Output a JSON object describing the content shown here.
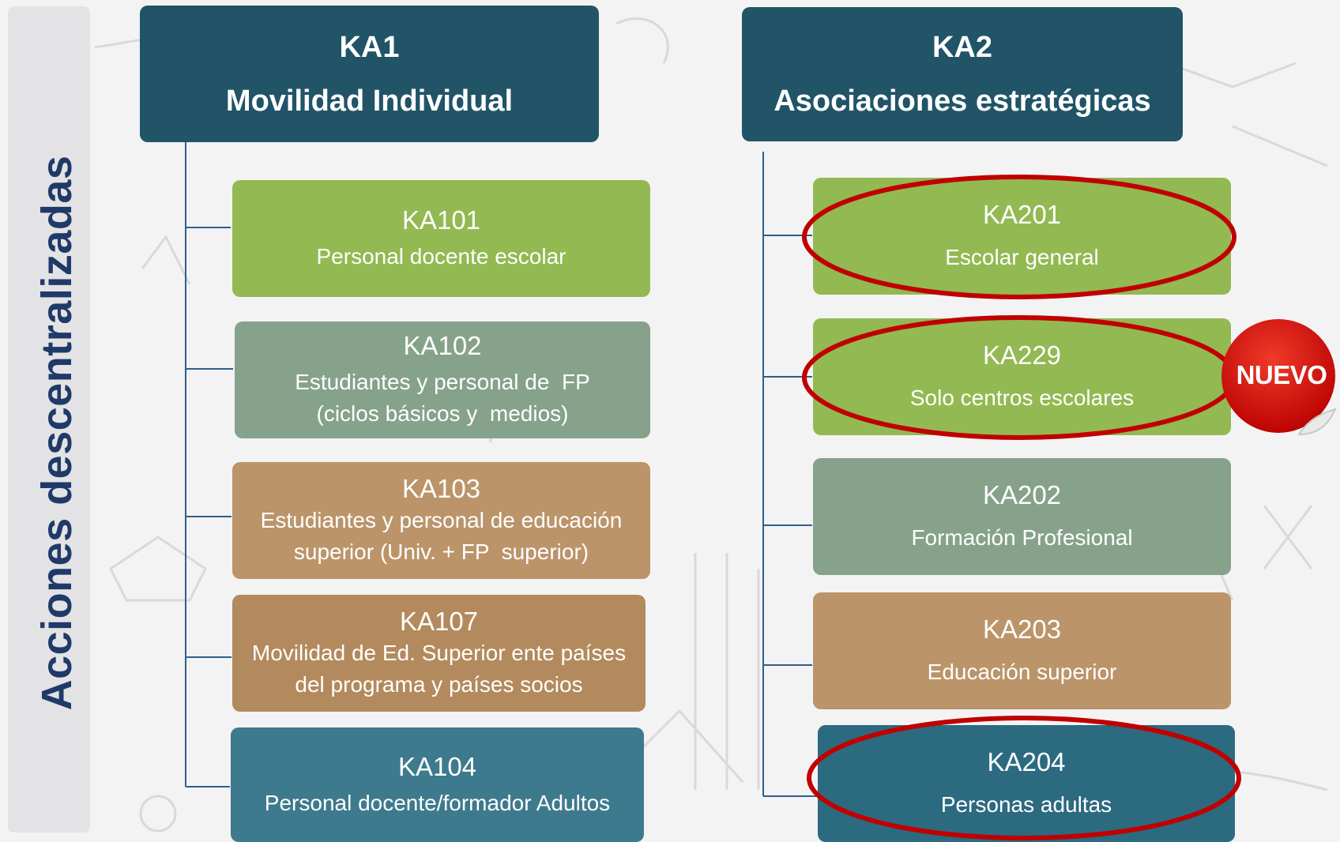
{
  "sidebar": {
    "title": "Acciones descentralizadas"
  },
  "ka1": {
    "code": "KA1",
    "title": "Movilidad Individual",
    "items": [
      {
        "code": "KA101",
        "lines": [
          "Personal docente escolar"
        ]
      },
      {
        "code": "KA102",
        "lines": [
          "Estudiantes y personal de  FP",
          "(ciclos básicos y  medios)"
        ]
      },
      {
        "code": "KA103",
        "lines": [
          "Estudiantes y personal de educación",
          "superior (Univ. + FP  superior)"
        ]
      },
      {
        "code": "KA107",
        "lines": [
          "Movilidad de Ed. Superior ente países",
          "del programa y países socios"
        ]
      },
      {
        "code": "KA104",
        "lines": [
          "Personal docente/formador Adultos"
        ]
      }
    ]
  },
  "ka2": {
    "code": "KA2",
    "title": "Asociaciones estratégicas",
    "items": [
      {
        "code": "KA201",
        "lines": [
          "Escolar general"
        ],
        "highlighted": true
      },
      {
        "code": "KA229",
        "lines": [
          "Solo centros escolares"
        ],
        "highlighted": true,
        "badge": "NUEVO"
      },
      {
        "code": "KA202",
        "lines": [
          "Formación Profesional"
        ],
        "highlighted": false
      },
      {
        "code": "KA203",
        "lines": [
          "Educación superior"
        ],
        "highlighted": false
      },
      {
        "code": "KA204",
        "lines": [
          "Personas adultas"
        ],
        "highlighted": true
      }
    ]
  },
  "colors": {
    "header": "#215467",
    "green": "#93b952",
    "sage": "#86a28b",
    "tan": "#bb946a",
    "brown": "#b38a5d",
    "teal": "#3e7a8d",
    "highlight_ring": "#c00000",
    "badge": "#d40000"
  }
}
